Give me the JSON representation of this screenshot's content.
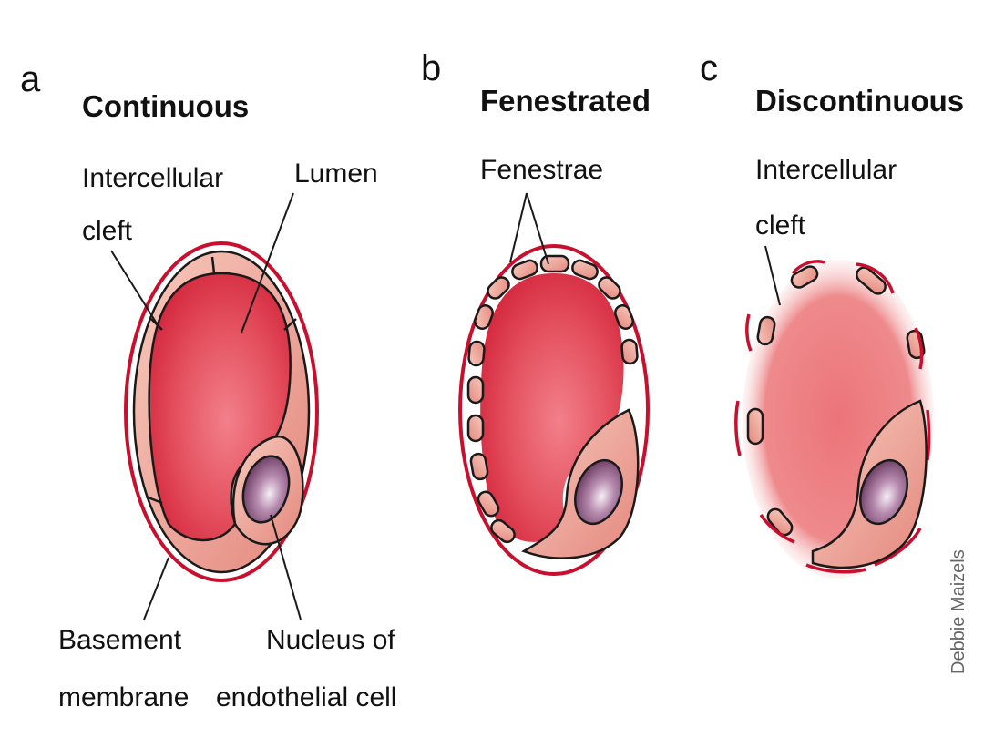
{
  "colors": {
    "membrane": "#c8102e",
    "lumen_center": "#ef6a74",
    "lumen_edge": "#d8283e",
    "cell_light": "#f6c2b4",
    "cell_mid": "#e98f84",
    "nucleus_light": "#f3eaf3",
    "nucleus_dark": "#7a4a6e",
    "outline": "#1a1a1a"
  },
  "panels": [
    {
      "letter": "a",
      "title": "Continuous",
      "labels": {
        "cleft_line1": "Intercellular",
        "cleft_line2": "cleft",
        "lumen": "Lumen",
        "basement_line1": "Basement",
        "basement_line2": "membrane",
        "nucleus_line1": "Nucleus of",
        "nucleus_line2": "endothelial cell"
      }
    },
    {
      "letter": "b",
      "title": "Fenestrated",
      "labels": {
        "fenestrae": "Fenestrae"
      }
    },
    {
      "letter": "c",
      "title": "Discontinuous",
      "labels": {
        "cleft_line1": "Intercellular",
        "cleft_line2": "cleft"
      }
    }
  ],
  "credit": "Debbie Maizels"
}
